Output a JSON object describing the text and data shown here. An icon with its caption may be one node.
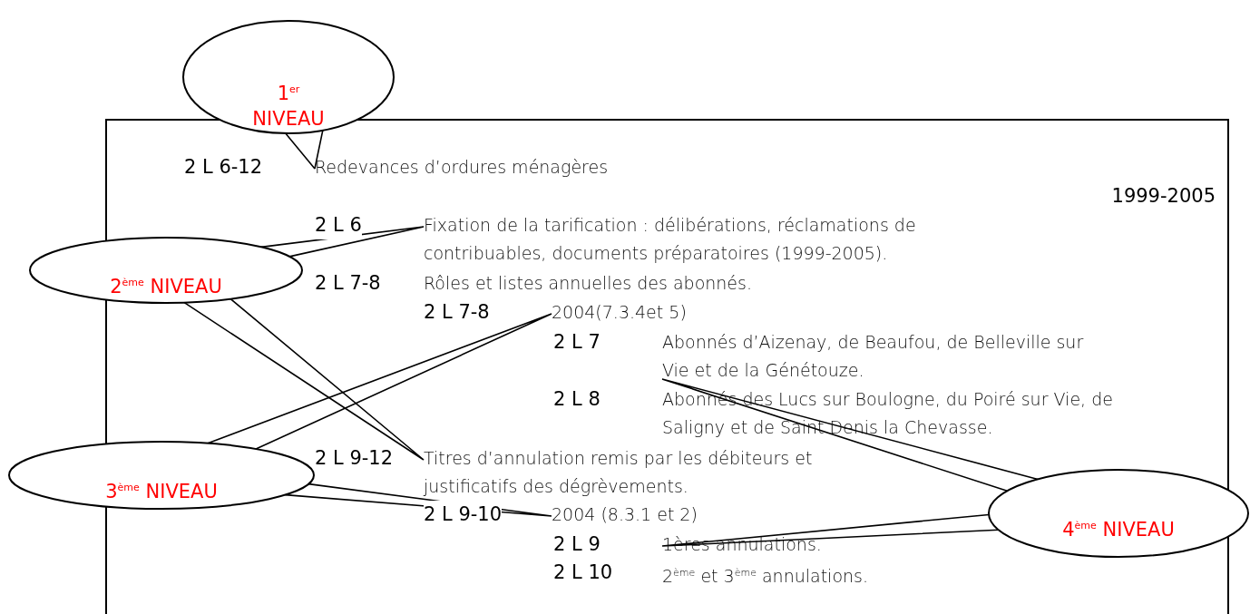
{
  "diagram": {
    "nodes": [
      {
        "text": [
          "1$^{er}$ NIVEAU"
        ]
      },
      {
        "text": [
          "Redevances d’ordures ménagères"
        ]
      },
      {
        "text": [
          "2$^{ème}$ NIVEAU"
        ]
      },
      {
        "text": [
          "Fixation de la tarification : délibérations, réclamations de contribuables, documents préparatoires (1999-2005)."
        ]
      },
      {
        "text": [
          "2004(7.3.4et 5)"
        ]
      },
      {
        "text": [
          "Abonnés d’Aizenay, de Beaufou, de Belleville sur Vie et de la Génétouze."
        ]
      },
      {
        "text": [
          "3$^{ème}$ NIVEAU"
        ]
      },
      {
        "text": [
          "Titres d’annulation remis par les débiteurs et justificatifs des dégrèvements."
        ]
      },
      {
        "text": [
          "2004 (8.3.1 et 2)"
        ]
      },
      {
        "text": [
          "4$^{ème}$ NIVEAU"
        ]
      },
      {
        "text": [
          "1ères annulations."
        ]
      }
    ],
    "edges": [
      {
        "from": 0,
        "to": 1,
        "arrow": "none"
      },
      {
        "from": 2,
        "to": 3,
        "arrow": "none"
      },
      {
        "from": 2,
        "to": 7,
        "arrow": "none"
      },
      {
        "from": 6,
        "to": 4,
        "arrow": "none"
      },
      {
        "from": 6,
        "to": 8,
        "arrow": "none"
      },
      {
        "from": 9,
        "to": 5,
        "arrow": "none"
      },
      {
        "from": 9,
        "to": 10,
        "arrow": "none"
      }
    ],
    "labels": [
      "2 L 6-12",
      "1999-2005",
      "2 L 6",
      "2 L 7-8",
      "Rôles et listes annuelles des abonnés.",
      "2 L 7-8",
      "2 L 7",
      "2 L 8",
      "Abonnés des Lucs sur Boulogne, du Poiré sur Vie, de Saligny et de Saint Denis la Chevasse.",
      "2 L 9-12",
      "2 L 9-10",
      "2 L 9",
      "2 L 10",
      "2$^{ème}$ et 3$^{ème}$ annulations."
    ]
  }
}
